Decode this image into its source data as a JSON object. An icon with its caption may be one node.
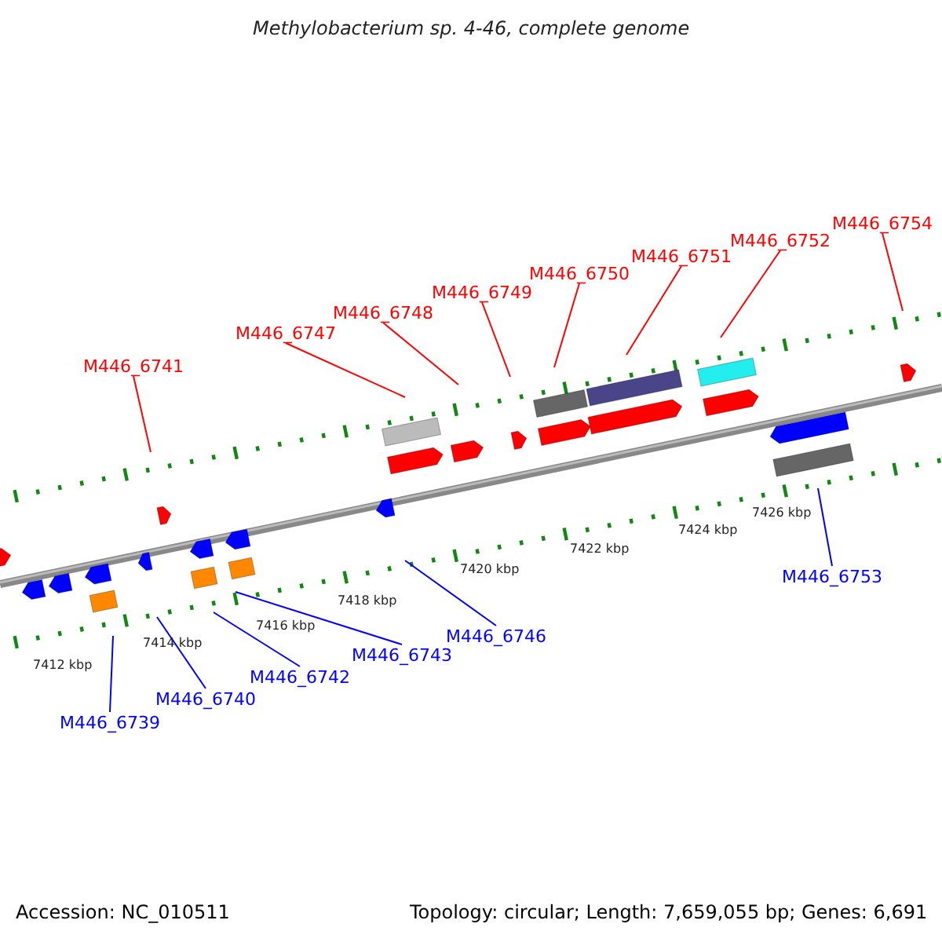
{
  "diagram": {
    "title": "Methylobacterium sp. 4-46, complete genome",
    "nodes": [
      {
        "text": [
          "M446_6741"
        ]
      },
      {
        "text": [
          "M446_6747"
        ]
      },
      {
        "text": [
          "M446_6748"
        ]
      },
      {
        "text": [
          "M446_6749"
        ]
      },
      {
        "text": [
          "M446_6750"
        ]
      },
      {
        "text": [
          "M446_6751"
        ]
      },
      {
        "text": [
          "M446_6752"
        ]
      },
      {
        "text": [
          "M446_6754"
        ]
      },
      {
        "text": [
          "M446_6739"
        ]
      },
      {
        "text": [
          "M446_6740"
        ]
      },
      {
        "text": [
          "M446_6742"
        ]
      },
      {
        "text": [
          "M446_6743"
        ]
      },
      {
        "text": [
          "M446_6746"
        ]
      },
      {
        "text": [
          "M446_6753"
        ]
      }
    ],
    "edges": [
      {
        "from": 0,
        "to": null,
        "arrow": "none"
      },
      {
        "from": 1,
        "to": null,
        "arrow": "none"
      },
      {
        "from": 2,
        "to": null,
        "arrow": "none"
      },
      {
        "from": 3,
        "to": null,
        "arrow": "none"
      },
      {
        "from": 4,
        "to": null,
        "arrow": "none"
      },
      {
        "from": 5,
        "to": null,
        "arrow": "none"
      },
      {
        "from": 6,
        "to": null,
        "arrow": "none"
      },
      {
        "from": 7,
        "to": null,
        "arrow": "none"
      },
      {
        "from": 8,
        "to": null,
        "arrow": "none",
        "color": "#0000ff"
      },
      {
        "from": 9,
        "to": null,
        "arrow": "none",
        "color": "#0000ff"
      },
      {
        "from": 10,
        "to": null,
        "arrow": "none",
        "color": "#0000ff"
      },
      {
        "from": 11,
        "to": null,
        "arrow": "none",
        "color": "#0000ff"
      },
      {
        "from": 12,
        "to": null,
        "arrow": "none",
        "color": "#0000ff"
      },
      {
        "from": 13,
        "to": null,
        "arrow": "none",
        "color": "#0000ff"
      }
    ],
    "labels": [
      "7412 kbp",
      "7414 kbp",
      "7416 kbp",
      "7418 kbp",
      "7420 kbp",
      "7422 kbp",
      "7424 kbp",
      "7426 kbp",
      "Accession: NC_010511",
      "Topology: circular; Length: 7,659,055 bp; Genes: 6,691"
    ]
  }
}
